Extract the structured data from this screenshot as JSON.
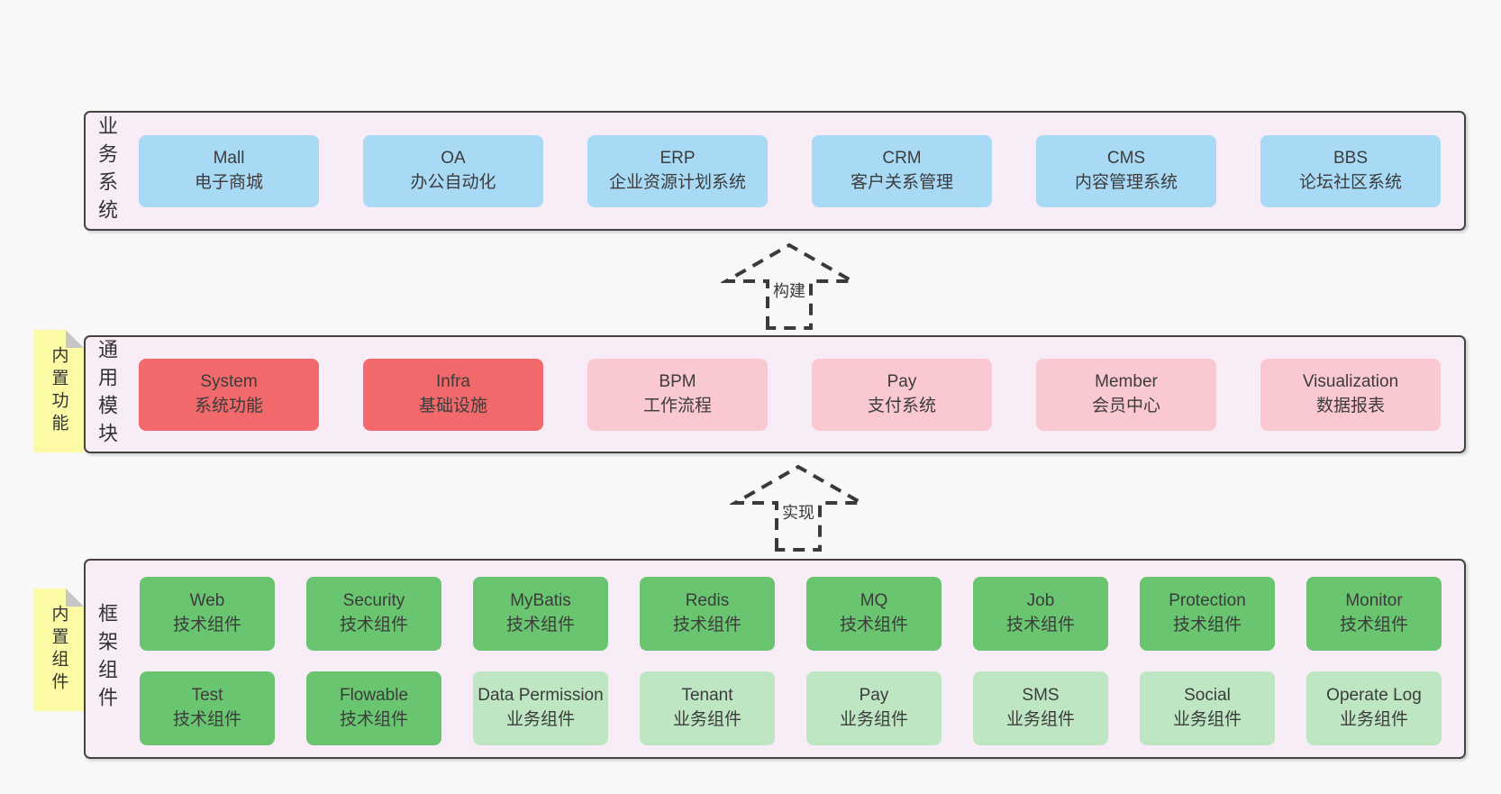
{
  "colors": {
    "page_bg": "#f8f8f8",
    "section_bg": "#f8edf6",
    "section_border": "#434343",
    "box_blue": "#a8daf5",
    "box_red": "#f1696a",
    "box_pink": "#fac8d0",
    "box_green": "#69c56f",
    "box_light_green": "#bee6c3",
    "tab_yellow": "#fcfaa5",
    "tab_fold_gray": "#c6c6c6",
    "arrow_dash": "#3a3a3a"
  },
  "sections": {
    "business": {
      "side_label": "业务系统",
      "boxes": [
        {
          "name": "Mall",
          "desc": "电子商城"
        },
        {
          "name": "OA",
          "desc": "办公自动化"
        },
        {
          "name": "ERP",
          "desc": "企业资源计划系统"
        },
        {
          "name": "CRM",
          "desc": "客户关系管理"
        },
        {
          "name": "CMS",
          "desc": "内容管理系统"
        },
        {
          "name": "BBS",
          "desc": "论坛社区系统"
        }
      ]
    },
    "modules": {
      "side_label": "通用模块",
      "tab_label": "内置功能",
      "boxes": [
        {
          "name": "System",
          "desc": "系统功能"
        },
        {
          "name": "Infra",
          "desc": "基础设施"
        },
        {
          "name": "BPM",
          "desc": "工作流程"
        },
        {
          "name": "Pay",
          "desc": "支付系统"
        },
        {
          "name": "Member",
          "desc": "会员中心"
        },
        {
          "name": "Visualization",
          "desc": "数据报表"
        }
      ]
    },
    "components": {
      "side_label": "框架组件",
      "tab_label": "内置组件",
      "row1": [
        {
          "name": "Web",
          "desc": "技术组件"
        },
        {
          "name": "Security",
          "desc": "技术组件"
        },
        {
          "name": "MyBatis",
          "desc": "技术组件"
        },
        {
          "name": "Redis",
          "desc": "技术组件"
        },
        {
          "name": "MQ",
          "desc": "技术组件"
        },
        {
          "name": "Job",
          "desc": "技术组件"
        },
        {
          "name": "Protection",
          "desc": "技术组件"
        },
        {
          "name": "Monitor",
          "desc": "技术组件"
        }
      ],
      "row2": [
        {
          "name": "Test",
          "desc": "技术组件"
        },
        {
          "name": "Flowable",
          "desc": "技术组件"
        },
        {
          "name": "Data Permission",
          "desc": "业务组件"
        },
        {
          "name": "Tenant",
          "desc": "业务组件"
        },
        {
          "name": "Pay",
          "desc": "业务组件"
        },
        {
          "name": "SMS",
          "desc": "业务组件"
        },
        {
          "name": "Social",
          "desc": "业务组件"
        },
        {
          "name": "Operate Log",
          "desc": "业务组件"
        }
      ]
    }
  },
  "arrows": {
    "build": "构建",
    "implement": "实现"
  }
}
